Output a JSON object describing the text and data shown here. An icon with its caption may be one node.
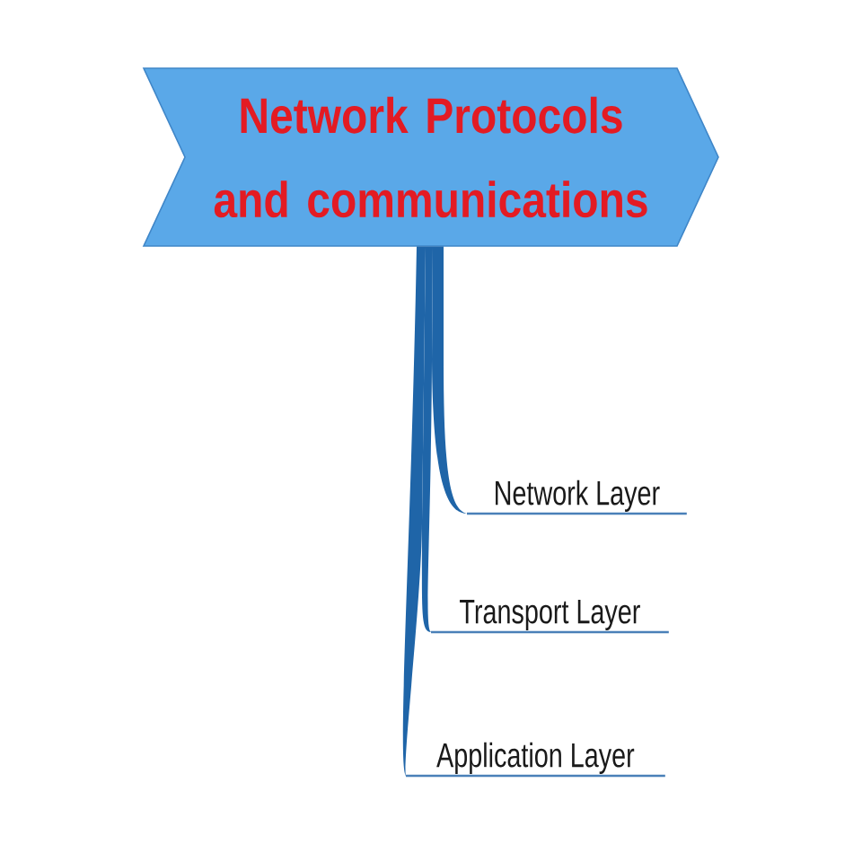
{
  "diagram": {
    "nodes": [
      {
        "text": [
          "Network Protocols and communications"
        ]
      },
      {
        "text": [
          "Network Layer"
        ]
      },
      {
        "text": [
          "Transport Layer"
        ]
      },
      {
        "text": [
          "Application Layer"
        ]
      }
    ],
    "edges": [
      {
        "from": 0,
        "to": 1,
        "arrow": "none"
      },
      {
        "from": 0,
        "to": 2,
        "arrow": "none"
      },
      {
        "from": 0,
        "to": 3,
        "arrow": "none"
      }
    ]
  }
}
